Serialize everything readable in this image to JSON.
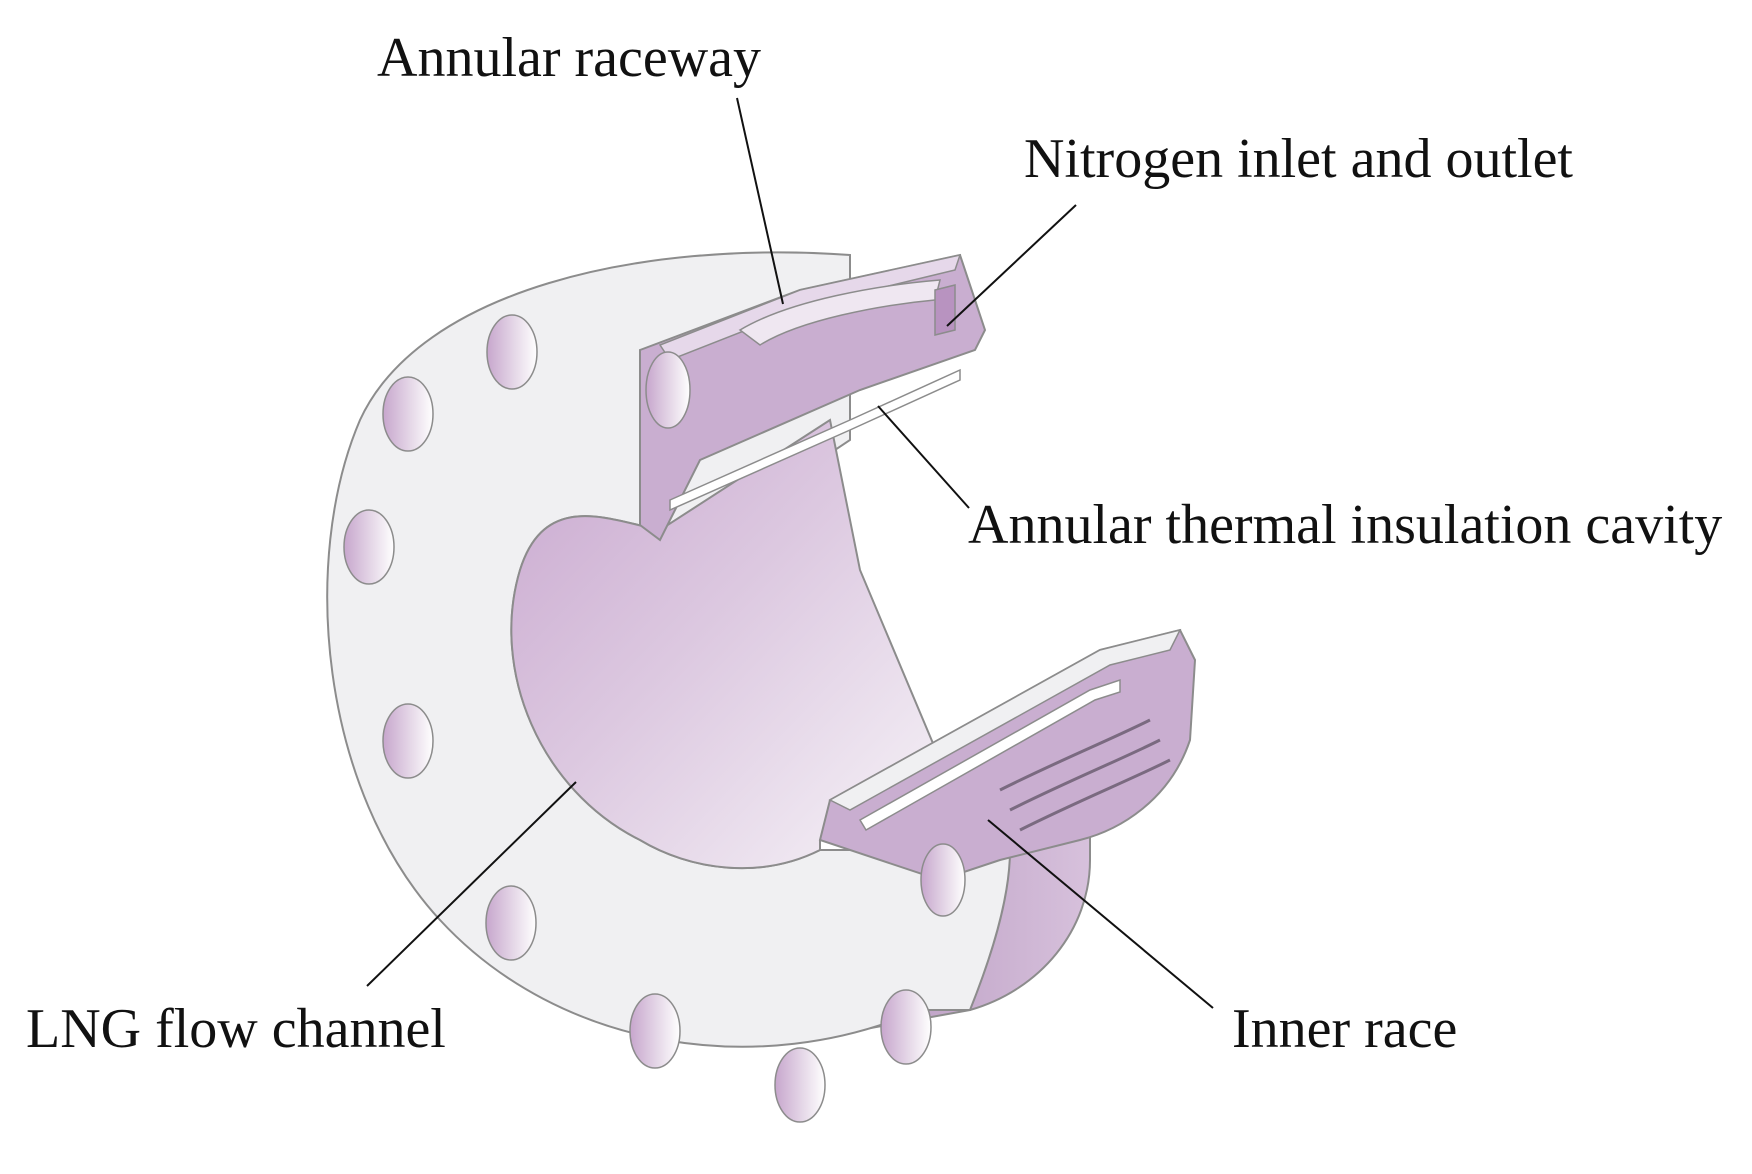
{
  "callouts": {
    "annular_raceway": "Annular raceway",
    "nitrogen_inlet_outlet": "Nitrogen inlet and outlet",
    "insulation_cavity": "Annular thermal insulation cavity",
    "lng_flow_channel": "LNG flow channel",
    "inner_race": "Inner race"
  },
  "colors": {
    "flange_face": "#f0f0f2",
    "section_face": "#c9aed0",
    "bore_light": "#f4f0f6",
    "edge": "#8c8c8c",
    "leader": "#111111"
  }
}
